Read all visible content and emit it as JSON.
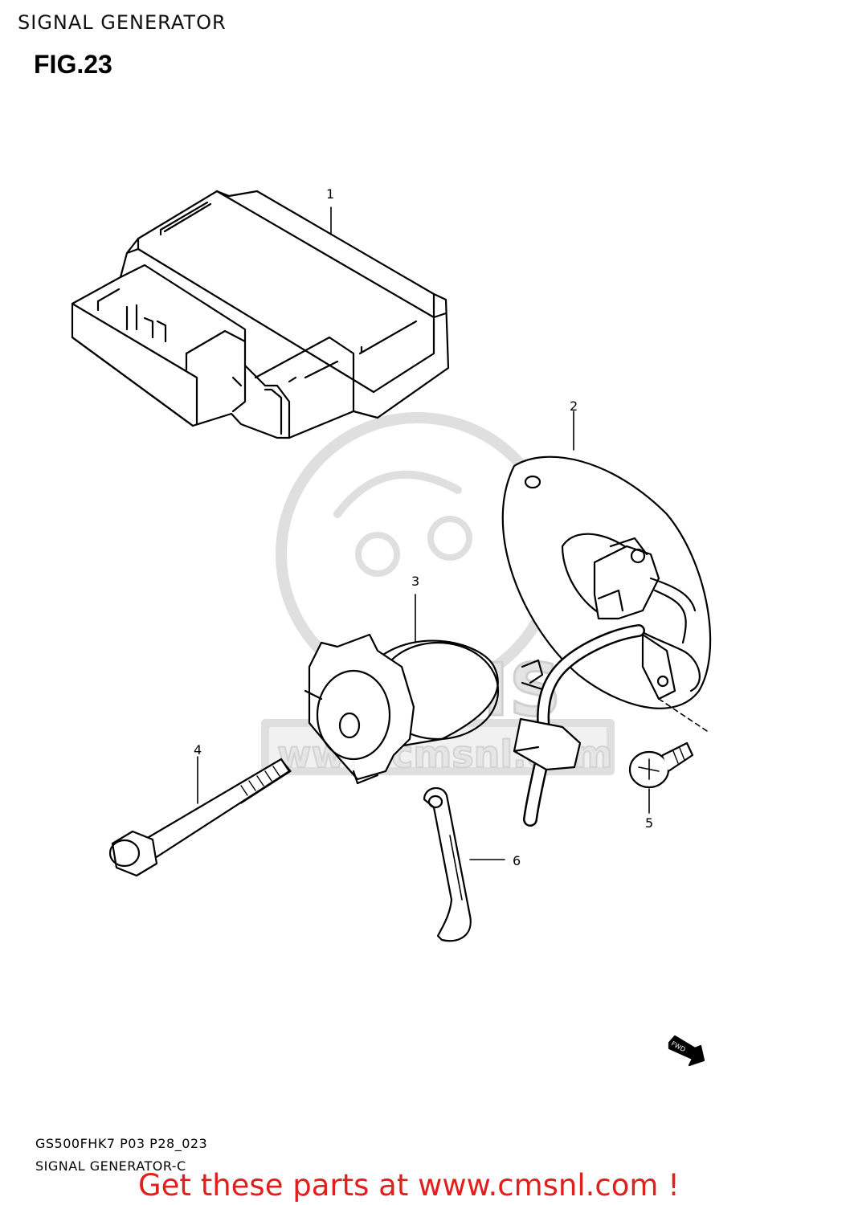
{
  "header": {
    "title": "SIGNAL GENERATOR",
    "figure": "FIG.23"
  },
  "callouts": {
    "c1": "1",
    "c2": "2",
    "c3": "3",
    "c4": "4",
    "c5": "5",
    "c6": "6"
  },
  "watermark": {
    "text": "www.cmsnl.com",
    "logo_text": "CMS"
  },
  "fwd_badge": "FWD",
  "footer": {
    "code": "GS500FHK7 P03 P28_023",
    "subtitle": "SIGNAL GENERATOR-C",
    "banner": "Get these parts at www.cmsnl.com !"
  },
  "colors": {
    "line": "#000000",
    "watermark": "#d9d9d9",
    "banner": "#e0201c"
  }
}
